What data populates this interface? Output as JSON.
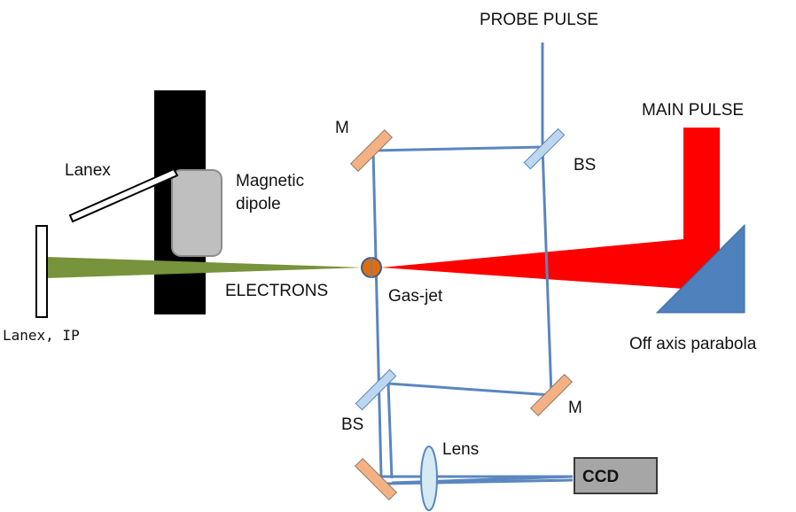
{
  "labels": {
    "probe_pulse": "PROBE PULSE",
    "main_pulse": "MAIN PULSE",
    "mirror_top": "M",
    "beamsplitter_top": "BS",
    "lanex": "Lanex",
    "magnetic_dipole_line1": "Magnetic",
    "magnetic_dipole_line2": "dipole",
    "electrons": "ELECTRONS",
    "gas_jet": "Gas-jet",
    "lanex_ip": "Lanex, IP",
    "off_axis_parabola": "Off axis parabola",
    "beamsplitter_bottom": "BS",
    "mirror_bottom": "M",
    "lens": "Lens",
    "ccd": "CCD"
  },
  "colors": {
    "probe_beam": "#5b86c0",
    "main_pulse": "#ff0000",
    "electron_beam": "#77933c",
    "parabola": "#4f81bd",
    "mirror": "#f4b183",
    "beamsplitter": "#bdd7ee",
    "dipole_body": "#bfbfbf",
    "dipole_frame": "#000000",
    "gas_jet": "#e36c09",
    "ccd": "#a6a6a6",
    "lens": "#d6eaf5"
  }
}
